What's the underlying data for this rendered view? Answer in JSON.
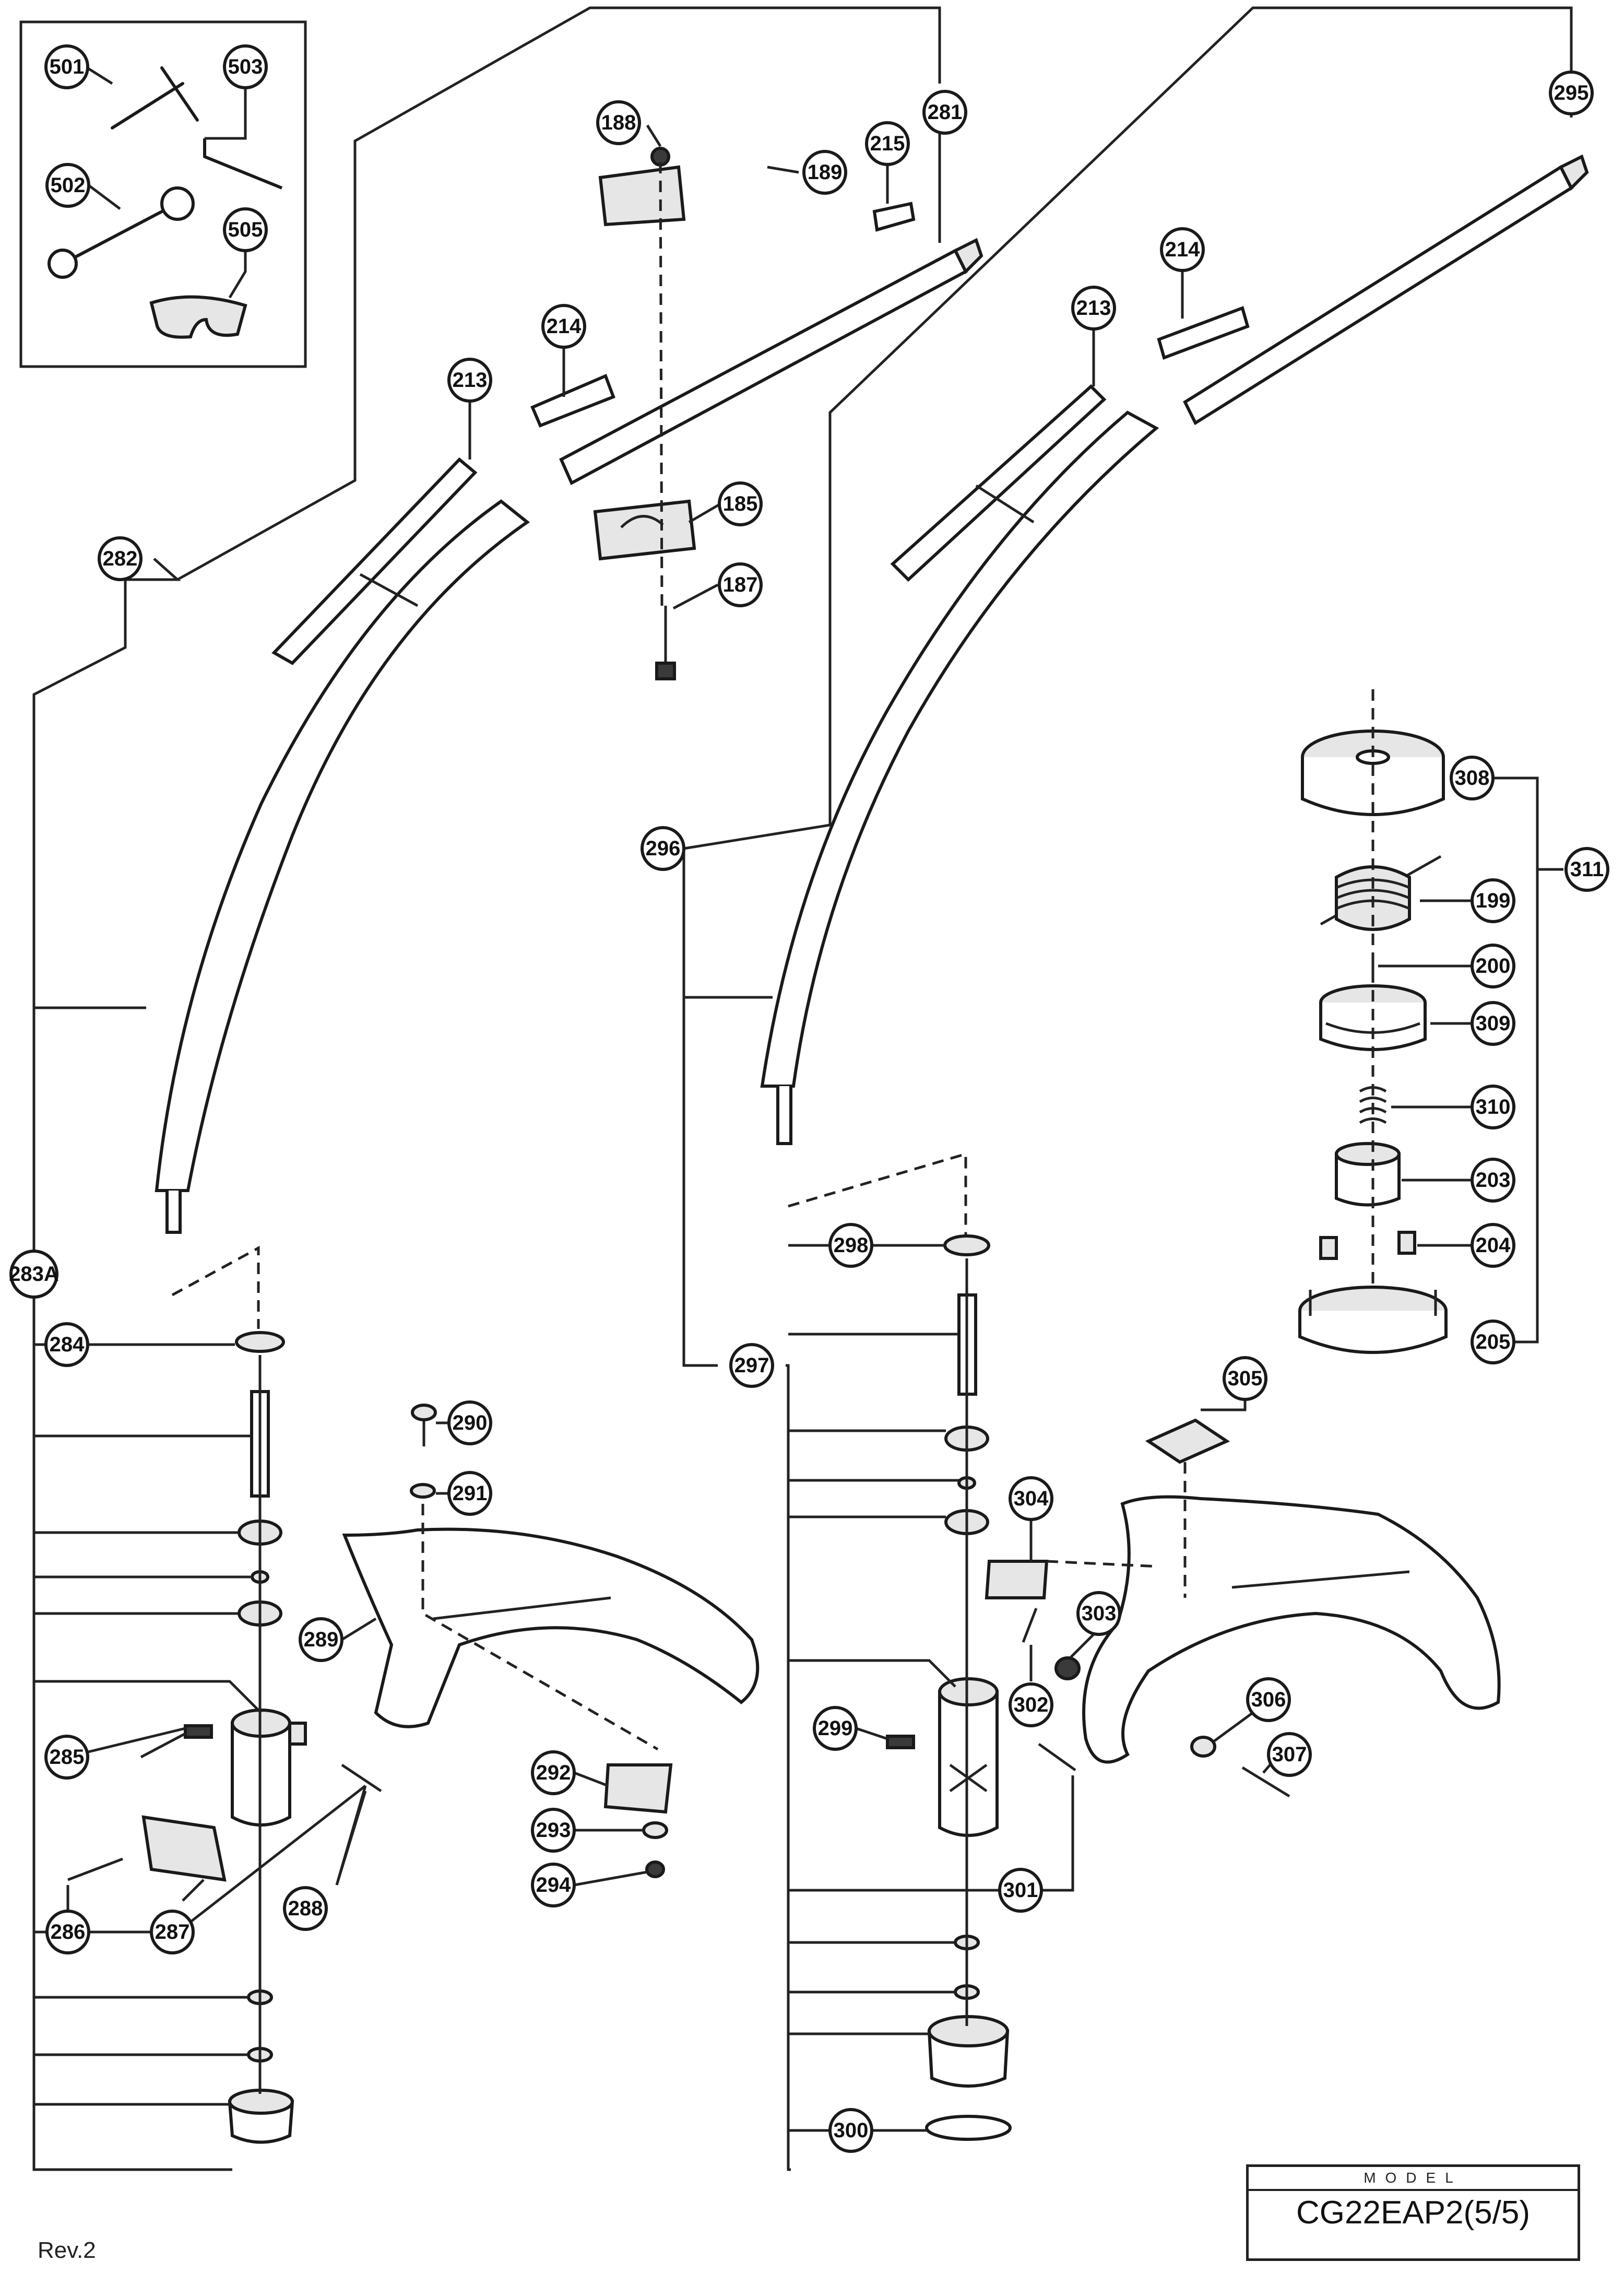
{
  "footer": {
    "revision": "Rev.2",
    "model_label": "MODEL",
    "model_code": "CG22EAP2(5/5)"
  },
  "callouts": {
    "p501": "501",
    "p502": "502",
    "p503": "503",
    "p505": "505",
    "p188": "188",
    "p189": "189",
    "p215": "215",
    "p281": "281",
    "p214a": "214",
    "p213a": "213",
    "p185": "185",
    "p187": "187",
    "p282": "282",
    "p295": "295",
    "p214b": "214",
    "p213b": "213",
    "p296": "296",
    "p308": "308",
    "p311": "311",
    "p199": "199",
    "p200": "200",
    "p309": "309",
    "p310": "310",
    "p203": "203",
    "p204": "204",
    "p205": "205",
    "p283A": "283A",
    "p284": "284",
    "p290": "290",
    "p291": "291",
    "p289": "289",
    "p285": "285",
    "p286": "286",
    "p287": "287",
    "p288": "288",
    "p292": "292",
    "p293": "293",
    "p294": "294",
    "p298": "298",
    "p297": "297",
    "p305": "305",
    "p304": "304",
    "p303": "303",
    "p302": "302",
    "p299": "299",
    "p306": "306",
    "p307": "307",
    "p301": "301",
    "p300": "300"
  }
}
